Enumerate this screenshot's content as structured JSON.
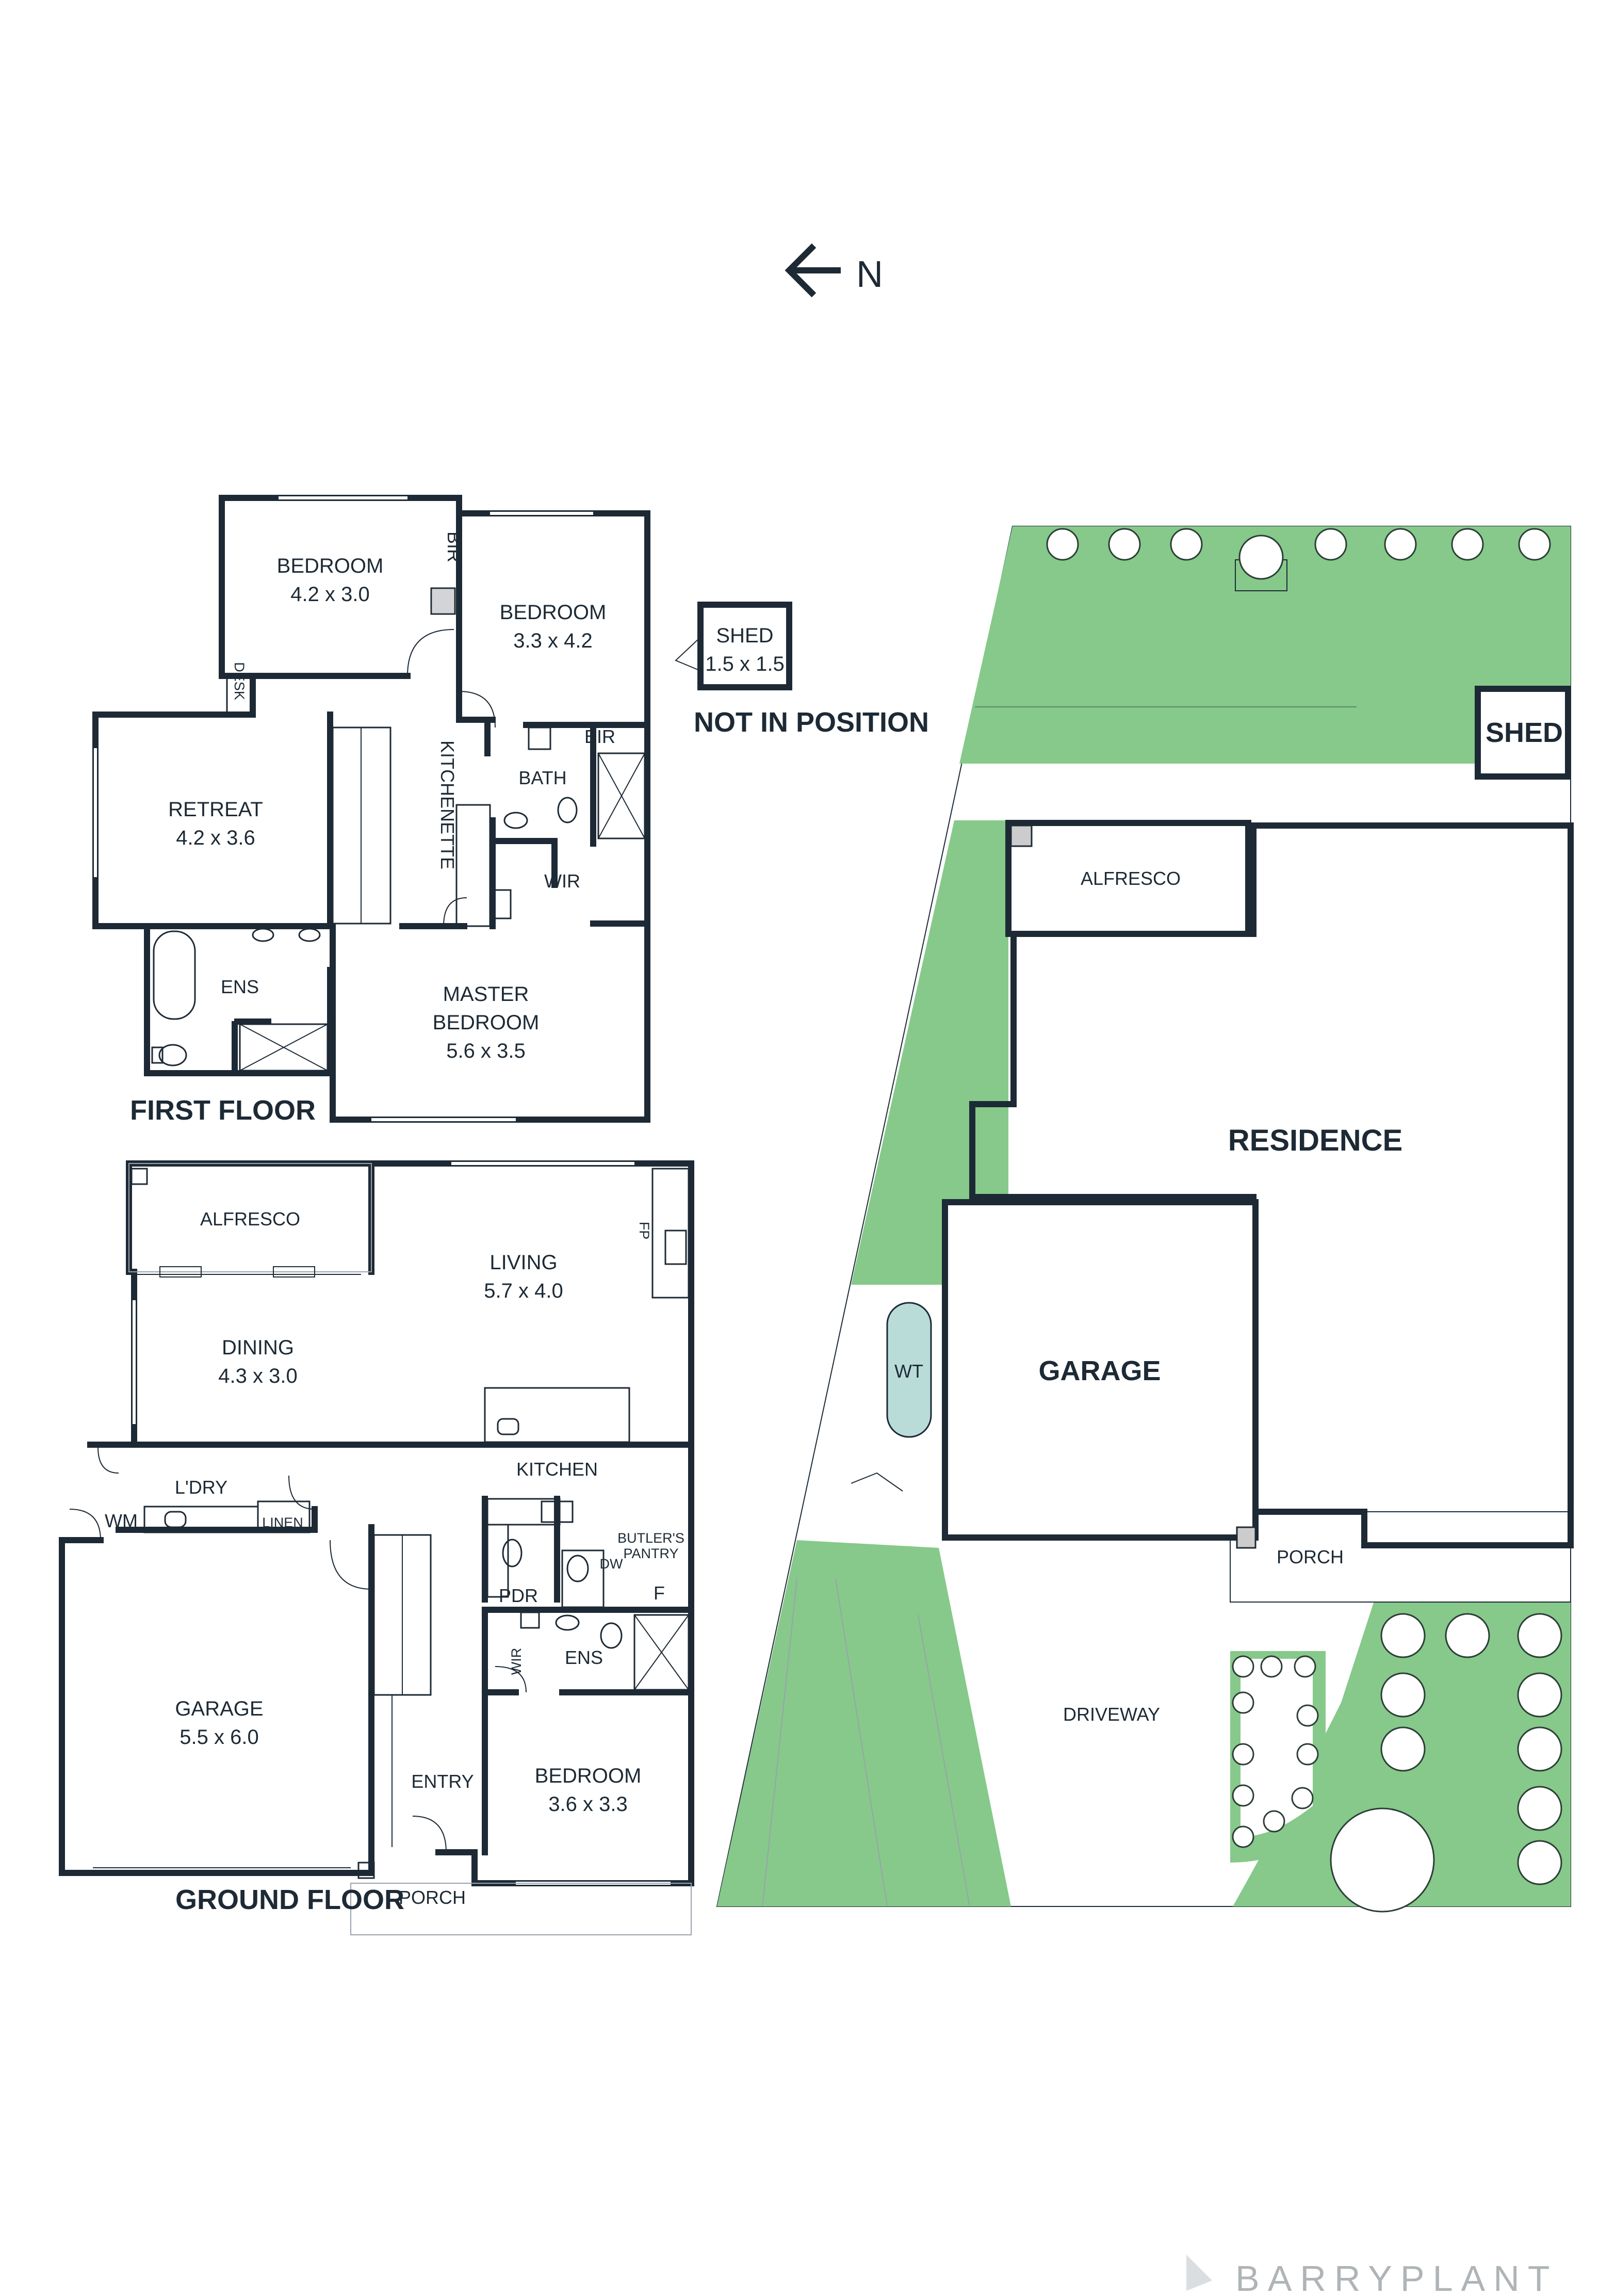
{
  "compass": {
    "label": "N"
  },
  "first_floor": {
    "title": "FIRST FLOOR",
    "rooms": {
      "bedroom_nw": {
        "name": "BEDROOM",
        "dims": "4.2 x 3.0"
      },
      "bir_1": {
        "name": "BIR"
      },
      "bedroom_ne": {
        "name": "BEDROOM",
        "dims": "3.3 x 4.2"
      },
      "desk": {
        "name": "DESK"
      },
      "bir_2": {
        "name": "BIR"
      },
      "retreat": {
        "name": "RETREAT",
        "dims": "4.2 x 3.6"
      },
      "bath": {
        "name": "BATH"
      },
      "kitchenette": {
        "name": "KITCHENETTE"
      },
      "wir": {
        "name": "WIR"
      },
      "ens": {
        "name": "ENS"
      },
      "master": {
        "name_line1": "MASTER",
        "name_line2": "BEDROOM",
        "dims": "5.6 x 3.5"
      }
    }
  },
  "shed_plan": {
    "name": "SHED",
    "dims": "1.5 x 1.5",
    "note": "NOT IN POSITION"
  },
  "ground_floor": {
    "title": "GROUND FLOOR",
    "rooms": {
      "alfresco": {
        "name": "ALFRESCO"
      },
      "living": {
        "name": "LIVING",
        "dims": "5.7 x 4.0"
      },
      "fp": {
        "name": "FP"
      },
      "dining": {
        "name": "DINING",
        "dims": "4.3 x 3.0"
      },
      "kitchen": {
        "name": "KITCHEN"
      },
      "ldry": {
        "name": "L'DRY"
      },
      "wm": {
        "name": "WM"
      },
      "linen": {
        "name": "LINEN"
      },
      "butlers_line1": {
        "name": "BUTLER'S"
      },
      "butlers_line2": {
        "name": "PANTRY"
      },
      "dw": {
        "name": "DW"
      },
      "pdr": {
        "name": "PDR"
      },
      "f": {
        "name": "F"
      },
      "garage": {
        "name": "GARAGE",
        "dims": "5.5 x 6.0"
      },
      "wir": {
        "name": "WIR"
      },
      "ens": {
        "name": "ENS"
      },
      "entry": {
        "name": "ENTRY"
      },
      "bedroom": {
        "name": "BEDROOM",
        "dims": "3.6 x 3.3"
      },
      "porch": {
        "name": "PORCH"
      }
    }
  },
  "site_plan": {
    "shed": "SHED",
    "alfresco": "ALFRESCO",
    "residence": "RESIDENCE",
    "garage": "GARAGE",
    "wt": "WT",
    "porch": "PORCH",
    "driveway": "DRIVEWAY"
  },
  "brand": {
    "watermark": "BARRYPLANT"
  },
  "colors": {
    "wall": "#1d2a35",
    "grass": "#86c98a",
    "tank": "#b9dcd8"
  }
}
